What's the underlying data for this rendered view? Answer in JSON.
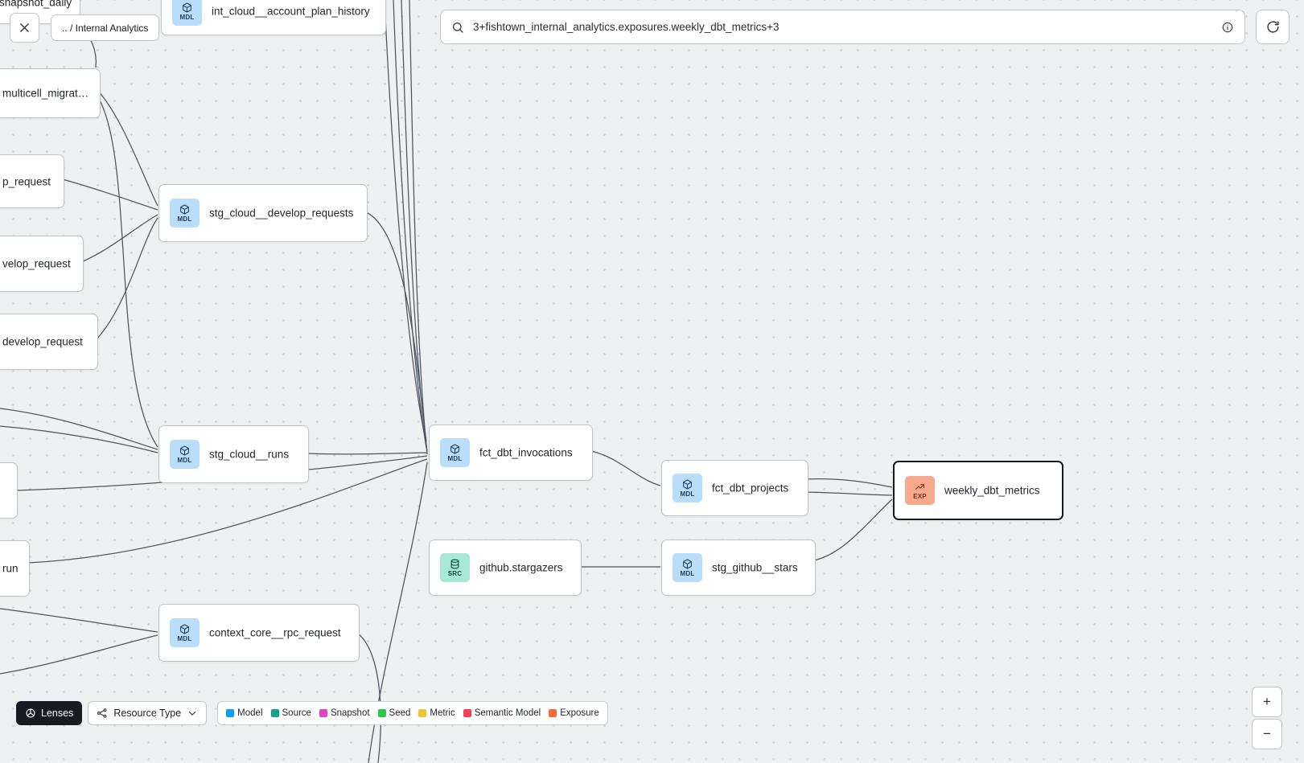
{
  "topbar": {
    "breadcrumb": ".. / Internal Analytics",
    "search_value": "3+fishtown_internal_analytics.exposures.weekly_dbt_metrics+3"
  },
  "nodes": [
    {
      "label": "snapshot_daily",
      "badge": ""
    },
    {
      "label": "int_cloud__account_plan_history",
      "badge": "MDL"
    },
    {
      "label": "multicell_migrat…",
      "badge": ""
    },
    {
      "label": "p_request",
      "badge": ""
    },
    {
      "label": "stg_cloud__develop_requests",
      "badge": "MDL"
    },
    {
      "label": "velop_request",
      "badge": ""
    },
    {
      "label": "develop_request",
      "badge": ""
    },
    {
      "label": "stg_cloud__runs",
      "badge": "MDL"
    },
    {
      "label": "",
      "badge": ""
    },
    {
      "label": "run",
      "badge": ""
    },
    {
      "label": "fct_dbt_invocations",
      "badge": "MDL"
    },
    {
      "label": "fct_dbt_projects",
      "badge": "MDL"
    },
    {
      "label": "weekly_dbt_metrics",
      "badge": "EXP",
      "selected": true
    },
    {
      "label": "github.stargazers",
      "badge": "SRC"
    },
    {
      "label": "stg_github__stars",
      "badge": "MDL"
    },
    {
      "label": "context_core__rpc_request",
      "badge": "MDL"
    }
  ],
  "controls": {
    "lenses_label": "Lenses",
    "resource_type_label": "Resource Type",
    "zoom_in_label": "+",
    "zoom_out_label": "−"
  },
  "legend": {
    "items": [
      {
        "label": "Model",
        "color": "#0d9ef4"
      },
      {
        "label": "Source",
        "color": "#10a38c"
      },
      {
        "label": "Snapshot",
        "color": "#e044c4"
      },
      {
        "label": "Seed",
        "color": "#31c449"
      },
      {
        "label": "Metric",
        "color": "#eec338"
      },
      {
        "label": "Semantic Model",
        "color": "#f43f54"
      },
      {
        "label": "Exposure",
        "color": "#f36c3d"
      }
    ]
  },
  "colors": {
    "badge_model_bg": "#b9ddfa",
    "badge_source_bg": "#a7e8d6",
    "badge_exposure_bg": "#f8a88c"
  }
}
